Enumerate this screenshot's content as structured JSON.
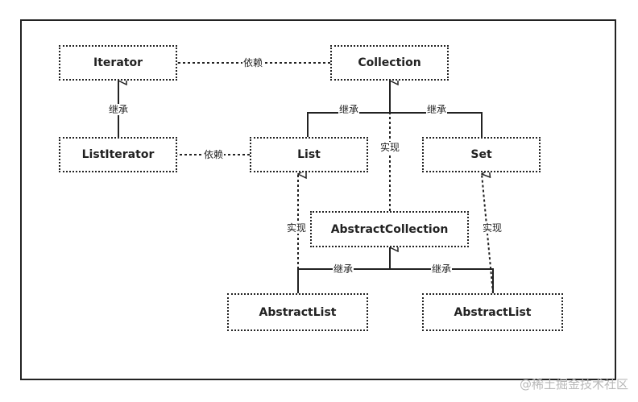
{
  "nodes": {
    "iterator": "Iterator",
    "collection": "Collection",
    "list_iterator": "ListIterator",
    "list": "List",
    "set": "Set",
    "abstract_collection": "AbstractCollection",
    "abstract_list_left": "AbstractList",
    "abstract_list_right": "AbstractList"
  },
  "edge_labels": {
    "collection_depends_iterator": "依赖",
    "listiterator_inherits_iterator": "继承",
    "list_inherits_collection": "继承",
    "set_inherits_collection": "继承",
    "abstractcollection_implements_collection": "实现",
    "list_depends_listiterator": "依赖",
    "abstractlist_implements_list": "实现",
    "abstractlist_implements_set": "实现",
    "left_inherits_abstractcollection": "继承",
    "right_inherits_abstractcollection": "继承"
  },
  "watermark": "@稀土掘金技术社区"
}
